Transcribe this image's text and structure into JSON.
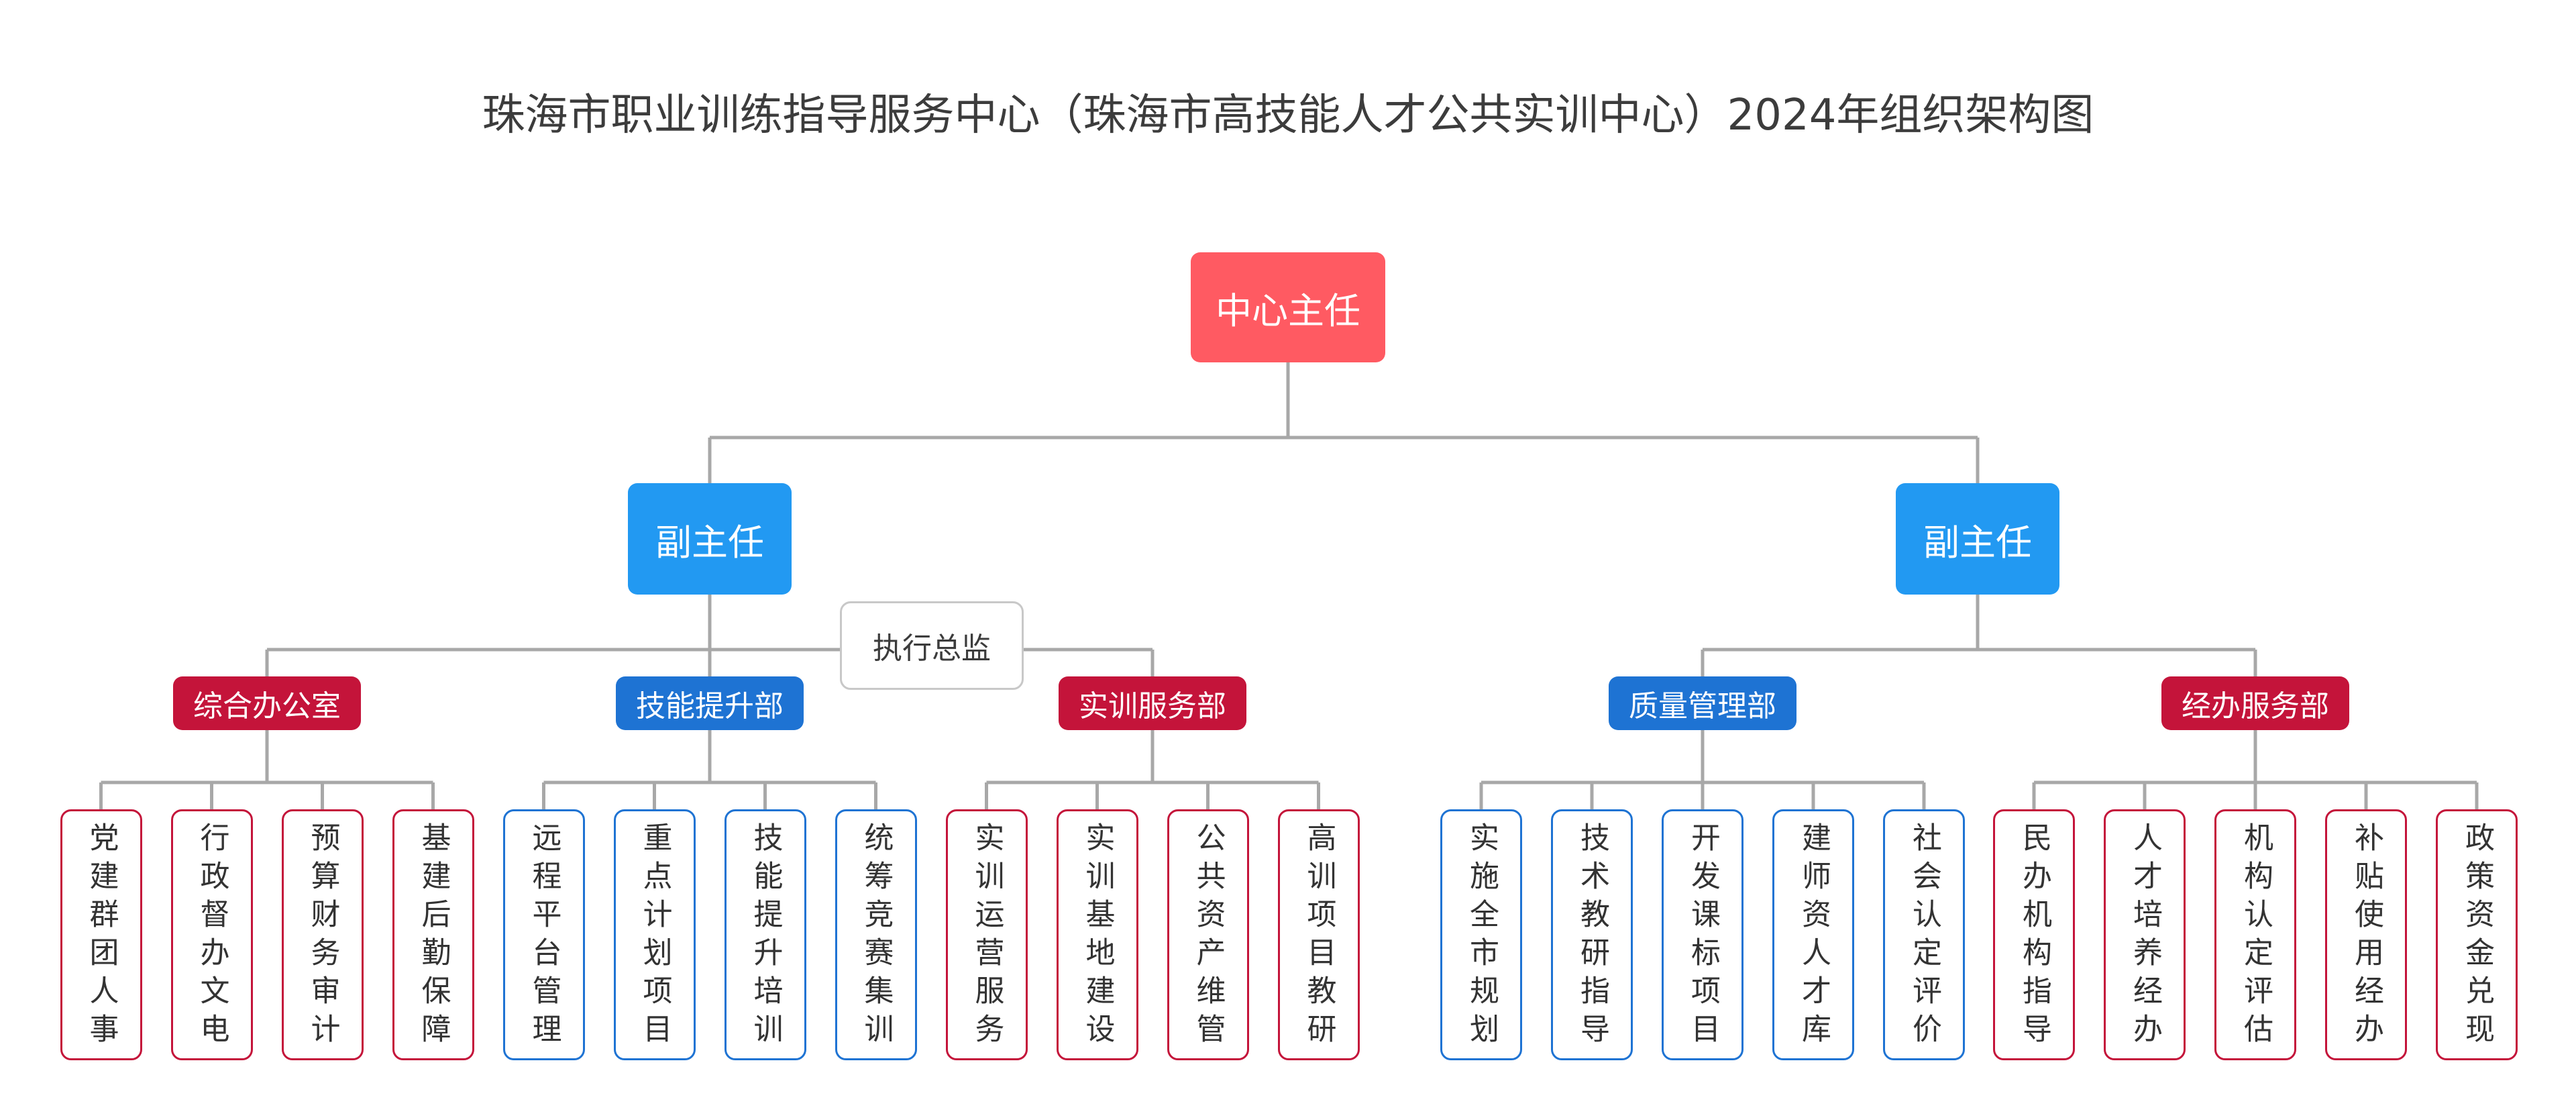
{
  "title": "珠海市职业训练指导服务中心（珠海市高技能人才公共实训中心）2024年组织架构图",
  "colors": {
    "root": "#ff5a62",
    "vp": "#2299f2",
    "dept_red": "#c4143a",
    "dept_blue": "#1e73d3",
    "line": "#a8a8a8"
  },
  "root": {
    "label": "中心主任"
  },
  "vice_directors": [
    {
      "label": "副主任"
    },
    {
      "label": "副主任"
    }
  ],
  "executive": {
    "label": "执行总监"
  },
  "departments": [
    {
      "label": "综合办公室",
      "color": "#c4143a",
      "leaves": [
        "党建群团人事",
        "行政督办文电",
        "预算财务审计",
        "基建后勤保障"
      ]
    },
    {
      "label": "技能提升部",
      "color": "#1e73d3",
      "leaves": [
        "远程平台管理",
        "重点计划项目",
        "技能提升培训",
        "统筹竞赛集训"
      ]
    },
    {
      "label": "实训服务部",
      "color": "#c4143a",
      "leaves": [
        "实训运营服务",
        "实训基地建设",
        "公共资产维管",
        "高训项目教研"
      ]
    },
    {
      "label": "质量管理部",
      "color": "#1e73d3",
      "leaves": [
        "实施全市规划",
        "技术教研指导",
        "开发课标项目",
        "建师资人才库",
        "社会认定评价"
      ]
    },
    {
      "label": "经办服务部",
      "color": "#c4143a",
      "leaves": [
        "民办机构指导",
        "人才培养经办",
        "机构认定评估",
        "补贴使用经办",
        "政策资金兑现"
      ]
    }
  ]
}
